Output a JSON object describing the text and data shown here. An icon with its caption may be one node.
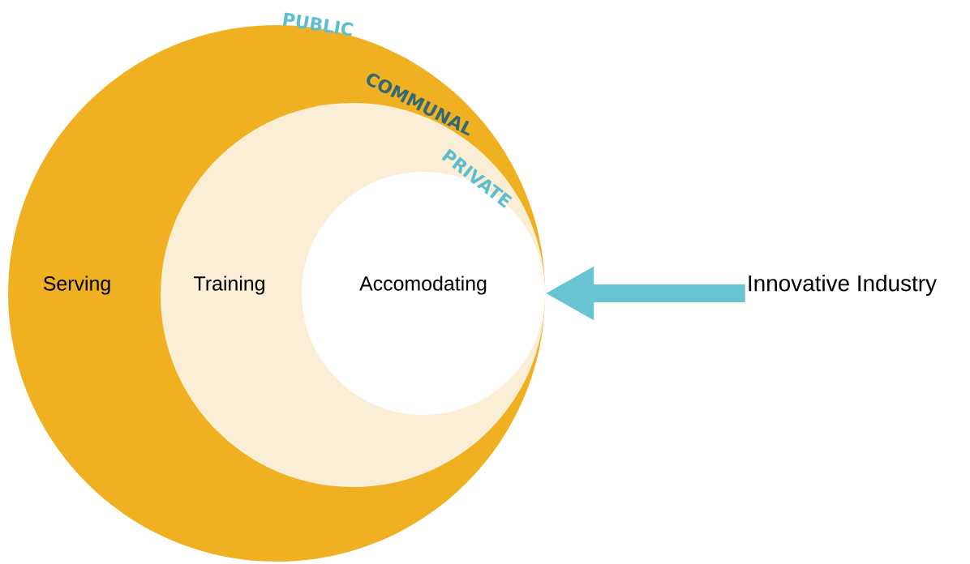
{
  "diagram": {
    "nodes": [
      {
        "text": [
          "PUBLIC",
          "Serving"
        ]
      },
      {
        "text": [
          "COMMUNAL",
          "Training"
        ],
        "in": 0
      },
      {
        "text": [
          "PRIVATE",
          "Accomodating"
        ],
        "in": 1
      },
      {
        "text": [
          "Innovative Industry"
        ]
      }
    ],
    "edges": [
      {
        "from": 3,
        "to": 2,
        "arrow": "to",
        "color": "#68c3d3"
      }
    ]
  }
}
